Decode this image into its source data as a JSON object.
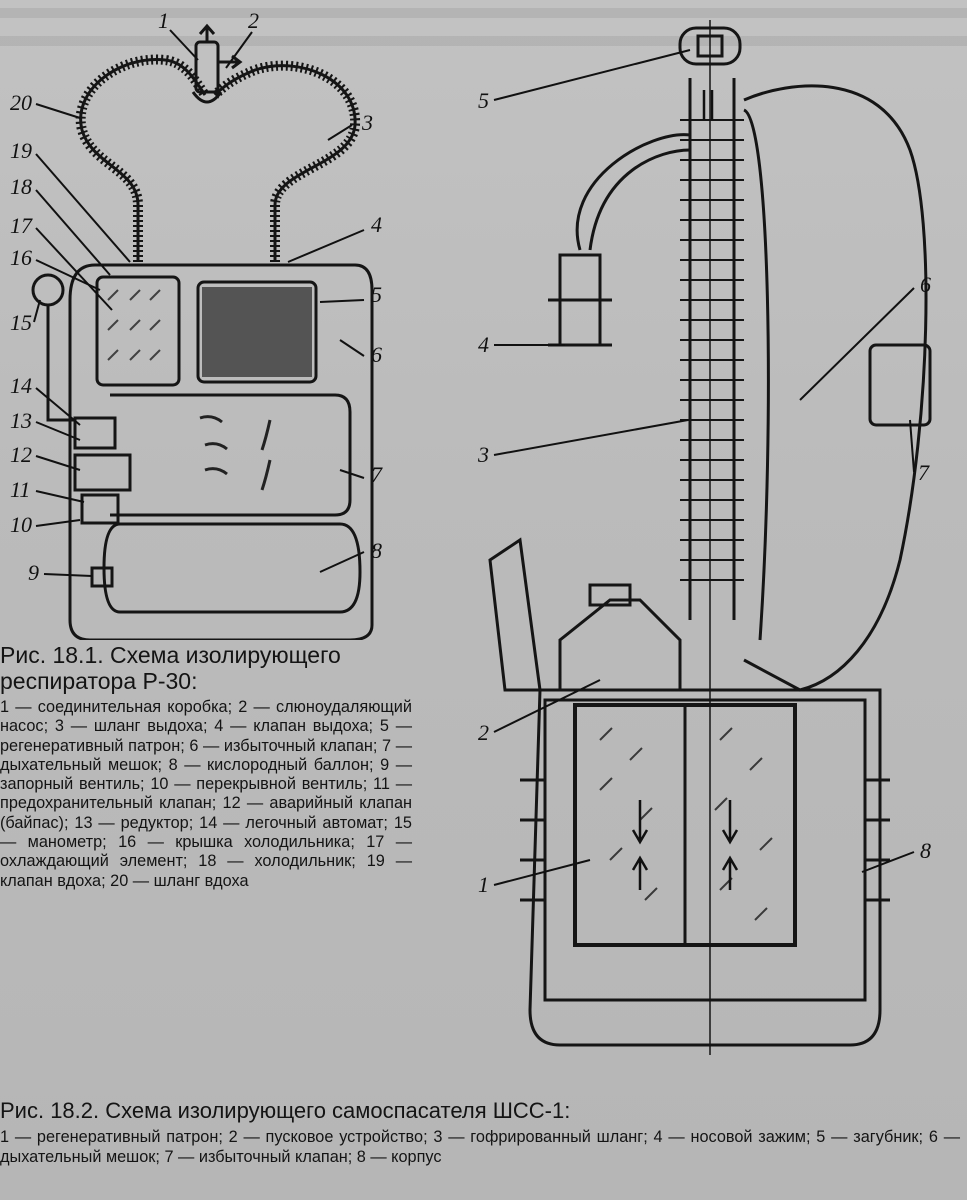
{
  "figure1": {
    "title_line1": "Рис.   18.1.   Схема   изолирующего",
    "title_line2": "респиратора Р-30:",
    "legend": "1 — соединительная коробка; 2 — слюноудаляющий насос; 3 — шланг выдоха; 4 — клапан выдоха; 5 — регенеративный патрон; 6 — избыточный клапан; 7 — дыхательный мешок; 8 — кислородный баллон; 9 — запорный вентиль; 10 — перекрывной вентиль; 11 — предохранительный клапан; 12 — аварийный клапан (байпас); 13 — редуктор; 14 — легочный автомат; 15 — манометр; 16 — крышка холодильника; 17 — охлаждающий элемент; 18 — холодильник; 19 — клапан вдоха; 20 — шланг вдоха",
    "labels": [
      "1",
      "2",
      "3",
      "4",
      "5",
      "6",
      "7",
      "8",
      "9",
      "10",
      "11",
      "12",
      "13",
      "14",
      "15",
      "16",
      "17",
      "18",
      "19",
      "20"
    ]
  },
  "figure2": {
    "title": "Рис. 18.2. Схема изолирующего самоспасателя ШСС-1:",
    "legend": "1 — регенеративный патрон; 2 — пусковое устройство; 3 — гофрированный шланг; 4 — носовой зажим; 5 — загубник; 6 — дыхательный мешок; 7 — избыточный клапан; 8 — корпус",
    "labels": [
      "1",
      "2",
      "3",
      "4",
      "5",
      "6",
      "7",
      "8"
    ]
  }
}
